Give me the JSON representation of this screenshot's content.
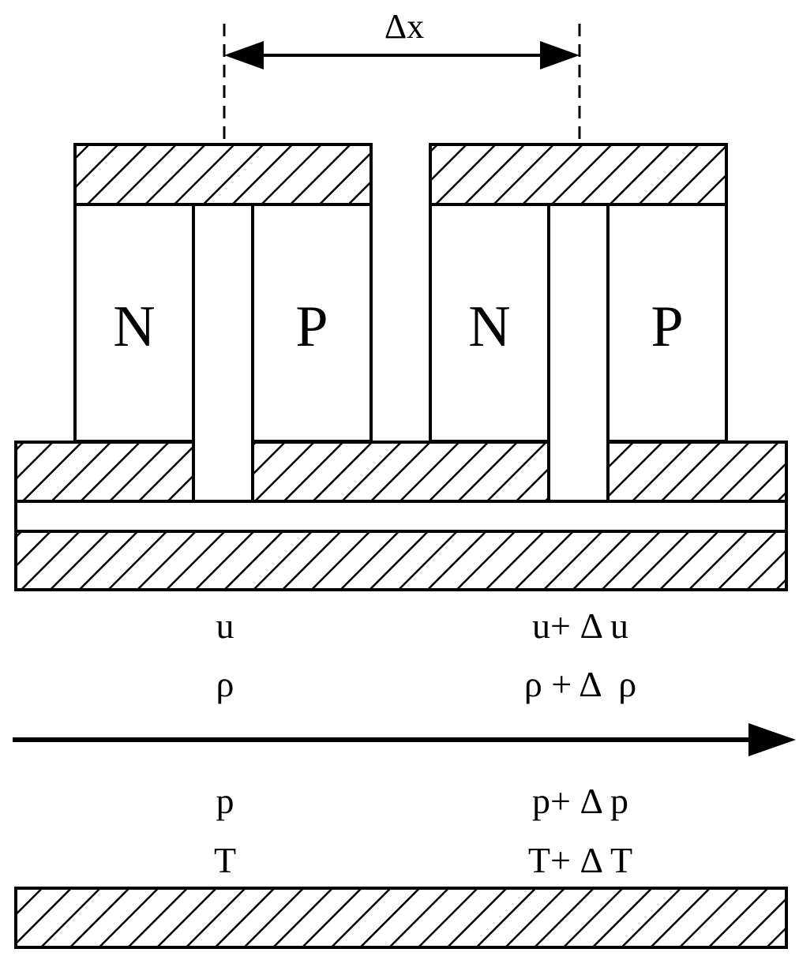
{
  "spacing_label": "Δx",
  "modules": [
    {
      "n_label": "N",
      "p_label": "P"
    },
    {
      "n_label": "N",
      "p_label": "P"
    }
  ],
  "left_state": {
    "velocity": "u",
    "density": "ρ",
    "pressure": "p",
    "temperature": "T"
  },
  "right_state": {
    "velocity": "u+ Δ u",
    "density": "ρ + Δ  ρ",
    "pressure": "p+ Δ p",
    "temperature": "T+ Δ T"
  },
  "colors": {
    "stroke": "#000000",
    "background": "#ffffff"
  }
}
